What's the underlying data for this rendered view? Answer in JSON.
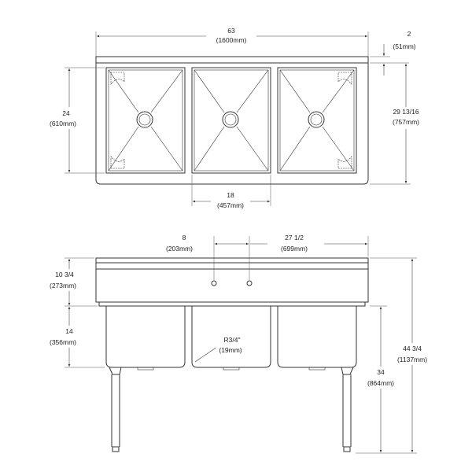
{
  "top_view": {
    "overall_width": {
      "in": "63",
      "mm": "(1600mm)"
    },
    "backsplash": {
      "in": "2",
      "mm": "(51mm)"
    },
    "bowl_depth": {
      "in": "24",
      "mm": "(610mm)"
    },
    "overall_depth": {
      "in": "29 13/16",
      "mm": "(757mm)"
    },
    "bowl_width": {
      "in": "18",
      "mm": "(457mm)"
    }
  },
  "front_view": {
    "faucet_spacing": {
      "in": "8",
      "mm": "(203mm)"
    },
    "faucet_offset": {
      "in": "27 1/2",
      "mm": "(699mm)"
    },
    "backsplash_height": {
      "in": "10 3/4",
      "mm": "(273mm)"
    },
    "bowl_height": {
      "in": "14",
      "mm": "(356mm)"
    },
    "corner_radius": {
      "in": "R3/4\"",
      "mm": "(19mm)"
    },
    "rim_height": {
      "in": "34",
      "mm": "(864mm)"
    },
    "overall_height": {
      "in": "44 3/4",
      "mm": "(1137mm)"
    }
  }
}
